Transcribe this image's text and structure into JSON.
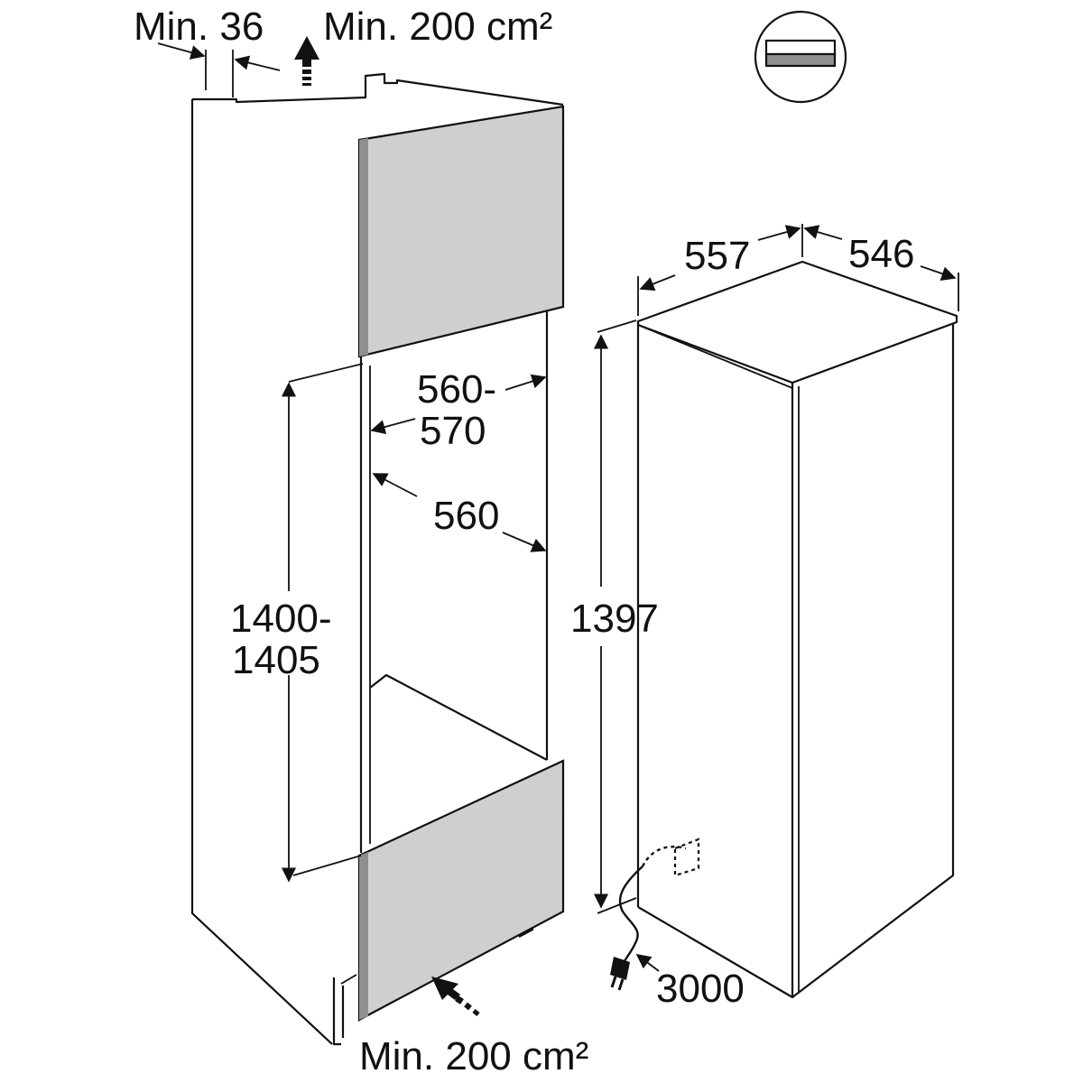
{
  "labels": {
    "min36": "Min. 36",
    "vent_top": "Min. 200 cm²",
    "vent_bottom": "Min. 200 cm²",
    "niche_depth_1": "560-",
    "niche_depth_2": "570",
    "niche_width": "560",
    "niche_height_1": "1400-",
    "niche_height_2": "1405",
    "appliance_width": "557",
    "appliance_depth": "546",
    "appliance_height": "1397",
    "cable_length": "3000"
  },
  "colors": {
    "line": "#111111",
    "panel": "#cfcfcf",
    "panel_edge": "#8f8f8f",
    "background": "#ffffff"
  },
  "icons": {
    "installation": "integrated-door-icon",
    "airflow": "airflow-arrow-icon",
    "plug": "power-plug-icon"
  }
}
